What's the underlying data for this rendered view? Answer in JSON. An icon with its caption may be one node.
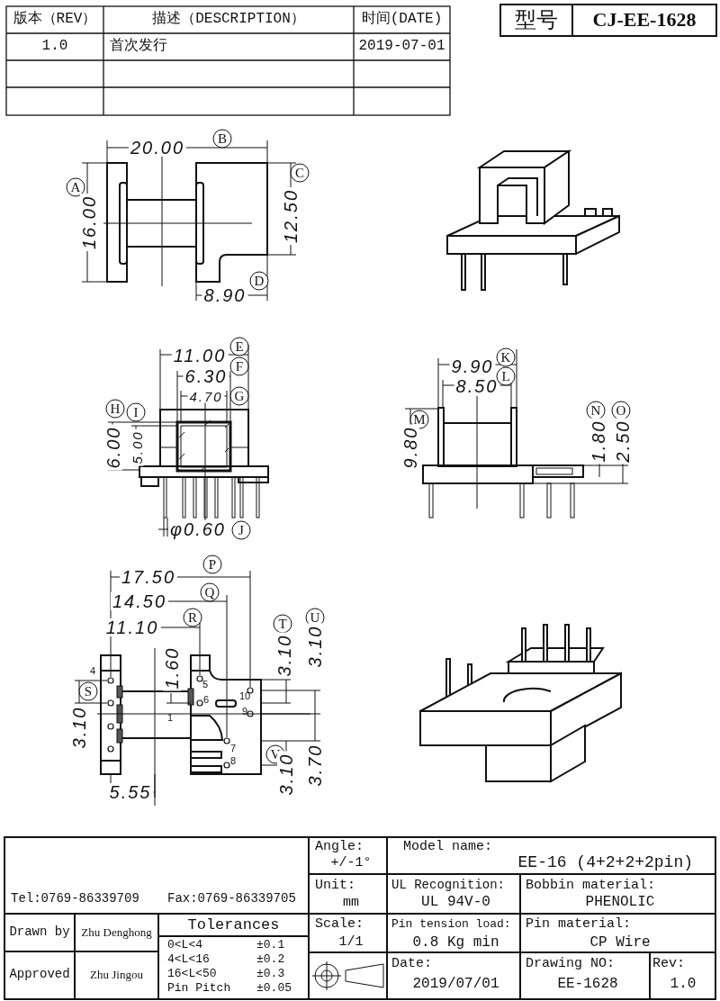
{
  "diagram": {
    "labels": [
      "版本（REV）",
      "描述（DESCRIPTION）",
      "时间(DATE)",
      "型号",
      "CJ-EE-1628",
      "1.0",
      "首次发行",
      "2019-07-01",
      "20.00",
      "B",
      "A",
      "16.00",
      "C",
      "12.50",
      "D",
      "8.90",
      "11.00",
      "E",
      "6.30",
      "F",
      "4.70",
      "G",
      "H",
      "I",
      "6.00",
      "5.00",
      "φ0.60",
      "J",
      "9.90",
      "K",
      "8.50",
      "L",
      "M",
      "9.80",
      "N",
      "O",
      "1.80",
      "2.50",
      "17.50",
      "P",
      "14.50",
      "Q",
      "11.10",
      "R",
      "T",
      "U",
      "3.10",
      "3.10",
      "1.60",
      "4",
      "S",
      "5",
      "6",
      "10",
      "9",
      "3.10",
      "1",
      "7",
      "V",
      "8",
      "3.10",
      "3.70",
      "5.55",
      "Tel:0769-86339709",
      "Fax:0769-86339705",
      "Angle:",
      "+/-1°",
      "Model name:",
      "EE-16 (4+2+2+2pin)",
      "Unit:",
      "mm",
      "UL Recognition:",
      "UL 94V-0",
      "Bobbin material:",
      "PHENOLIC",
      "Drawn by",
      "Zhu Denghong",
      "Tolerances",
      "Scale:",
      "Pin tension load:",
      "Pin material:",
      "0<L<4",
      "±0.1",
      "1/1",
      "0.8 Kg min",
      "CP Wire",
      "4<L<16",
      "±0.2",
      "16<L<50",
      "±0.3",
      "Pin Pitch",
      "±0.05",
      "Approved",
      "Zhu Jingou",
      "Date:",
      "2019/07/01",
      "Drawing NO:",
      "EE-1628",
      "Rev:",
      "1.0"
    ]
  }
}
